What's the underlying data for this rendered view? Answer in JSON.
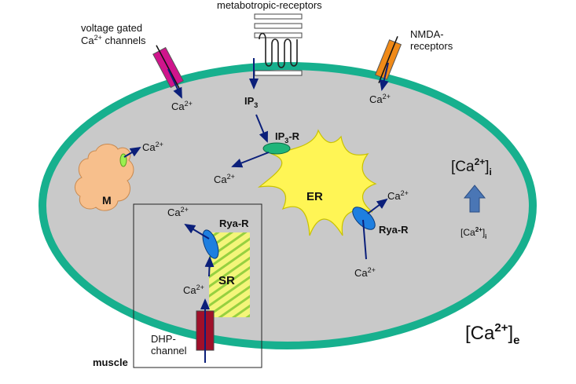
{
  "labels": {
    "metabotropic": "metabotropic-receptors",
    "vgcc_line1": "voltage gated",
    "vgcc_line2_base": "Ca",
    "vgcc_line2_sup": "2+",
    "vgcc_line2_rest": " channels",
    "nmda_line1": "NMDA-",
    "nmda_line2": "receptors",
    "ip3_base": "IP",
    "ip3_sub": "3",
    "ip3r_base": "IP",
    "ip3r_sub": "3",
    "ip3r_rest": "-R",
    "er": "ER",
    "rya_r_er": "Rya-R",
    "rya_r_sr": "Rya-R",
    "sr": "SR",
    "mito": "M",
    "dhp_line1": "DHP-",
    "dhp_line2": "channel",
    "muscle": "muscle",
    "ca_base": "Ca",
    "ca_sup": "2+",
    "ca_i_big_open": "[Ca",
    "ca_i_big_sup": "2+",
    "ca_i_big_close": "]",
    "ca_i_big_sub": "i",
    "ca_i_small_open": "[Ca",
    "ca_i_small_sup": "2+",
    "ca_i_small_close": "]",
    "ca_i_small_sub": "i",
    "ca_e_open": "[Ca",
    "ca_e_sup": "2+",
    "ca_e_close": "]",
    "ca_e_sub": "e"
  },
  "colors": {
    "membrane": "#17b08e",
    "cytoplasm": "#c9c9c9",
    "er": "#fff555",
    "mito": "#f7bf8c",
    "mito_channel": "#9bf050",
    "ip3r": "#1fb57a",
    "rya_r": "#1e7fe0",
    "sr_bg": "#f4f57a",
    "sr_stripes": "#96d040",
    "vgcc": "#d0148c",
    "nmda": "#f08a18",
    "dhp": "#a0102a",
    "arrow": "#0b1f7a",
    "up_arrow": "#4a76b5"
  },
  "icons": {
    "gpcr": "seven-transmembrane-receptor-icon",
    "up_arrow": "up-arrow-icon"
  }
}
